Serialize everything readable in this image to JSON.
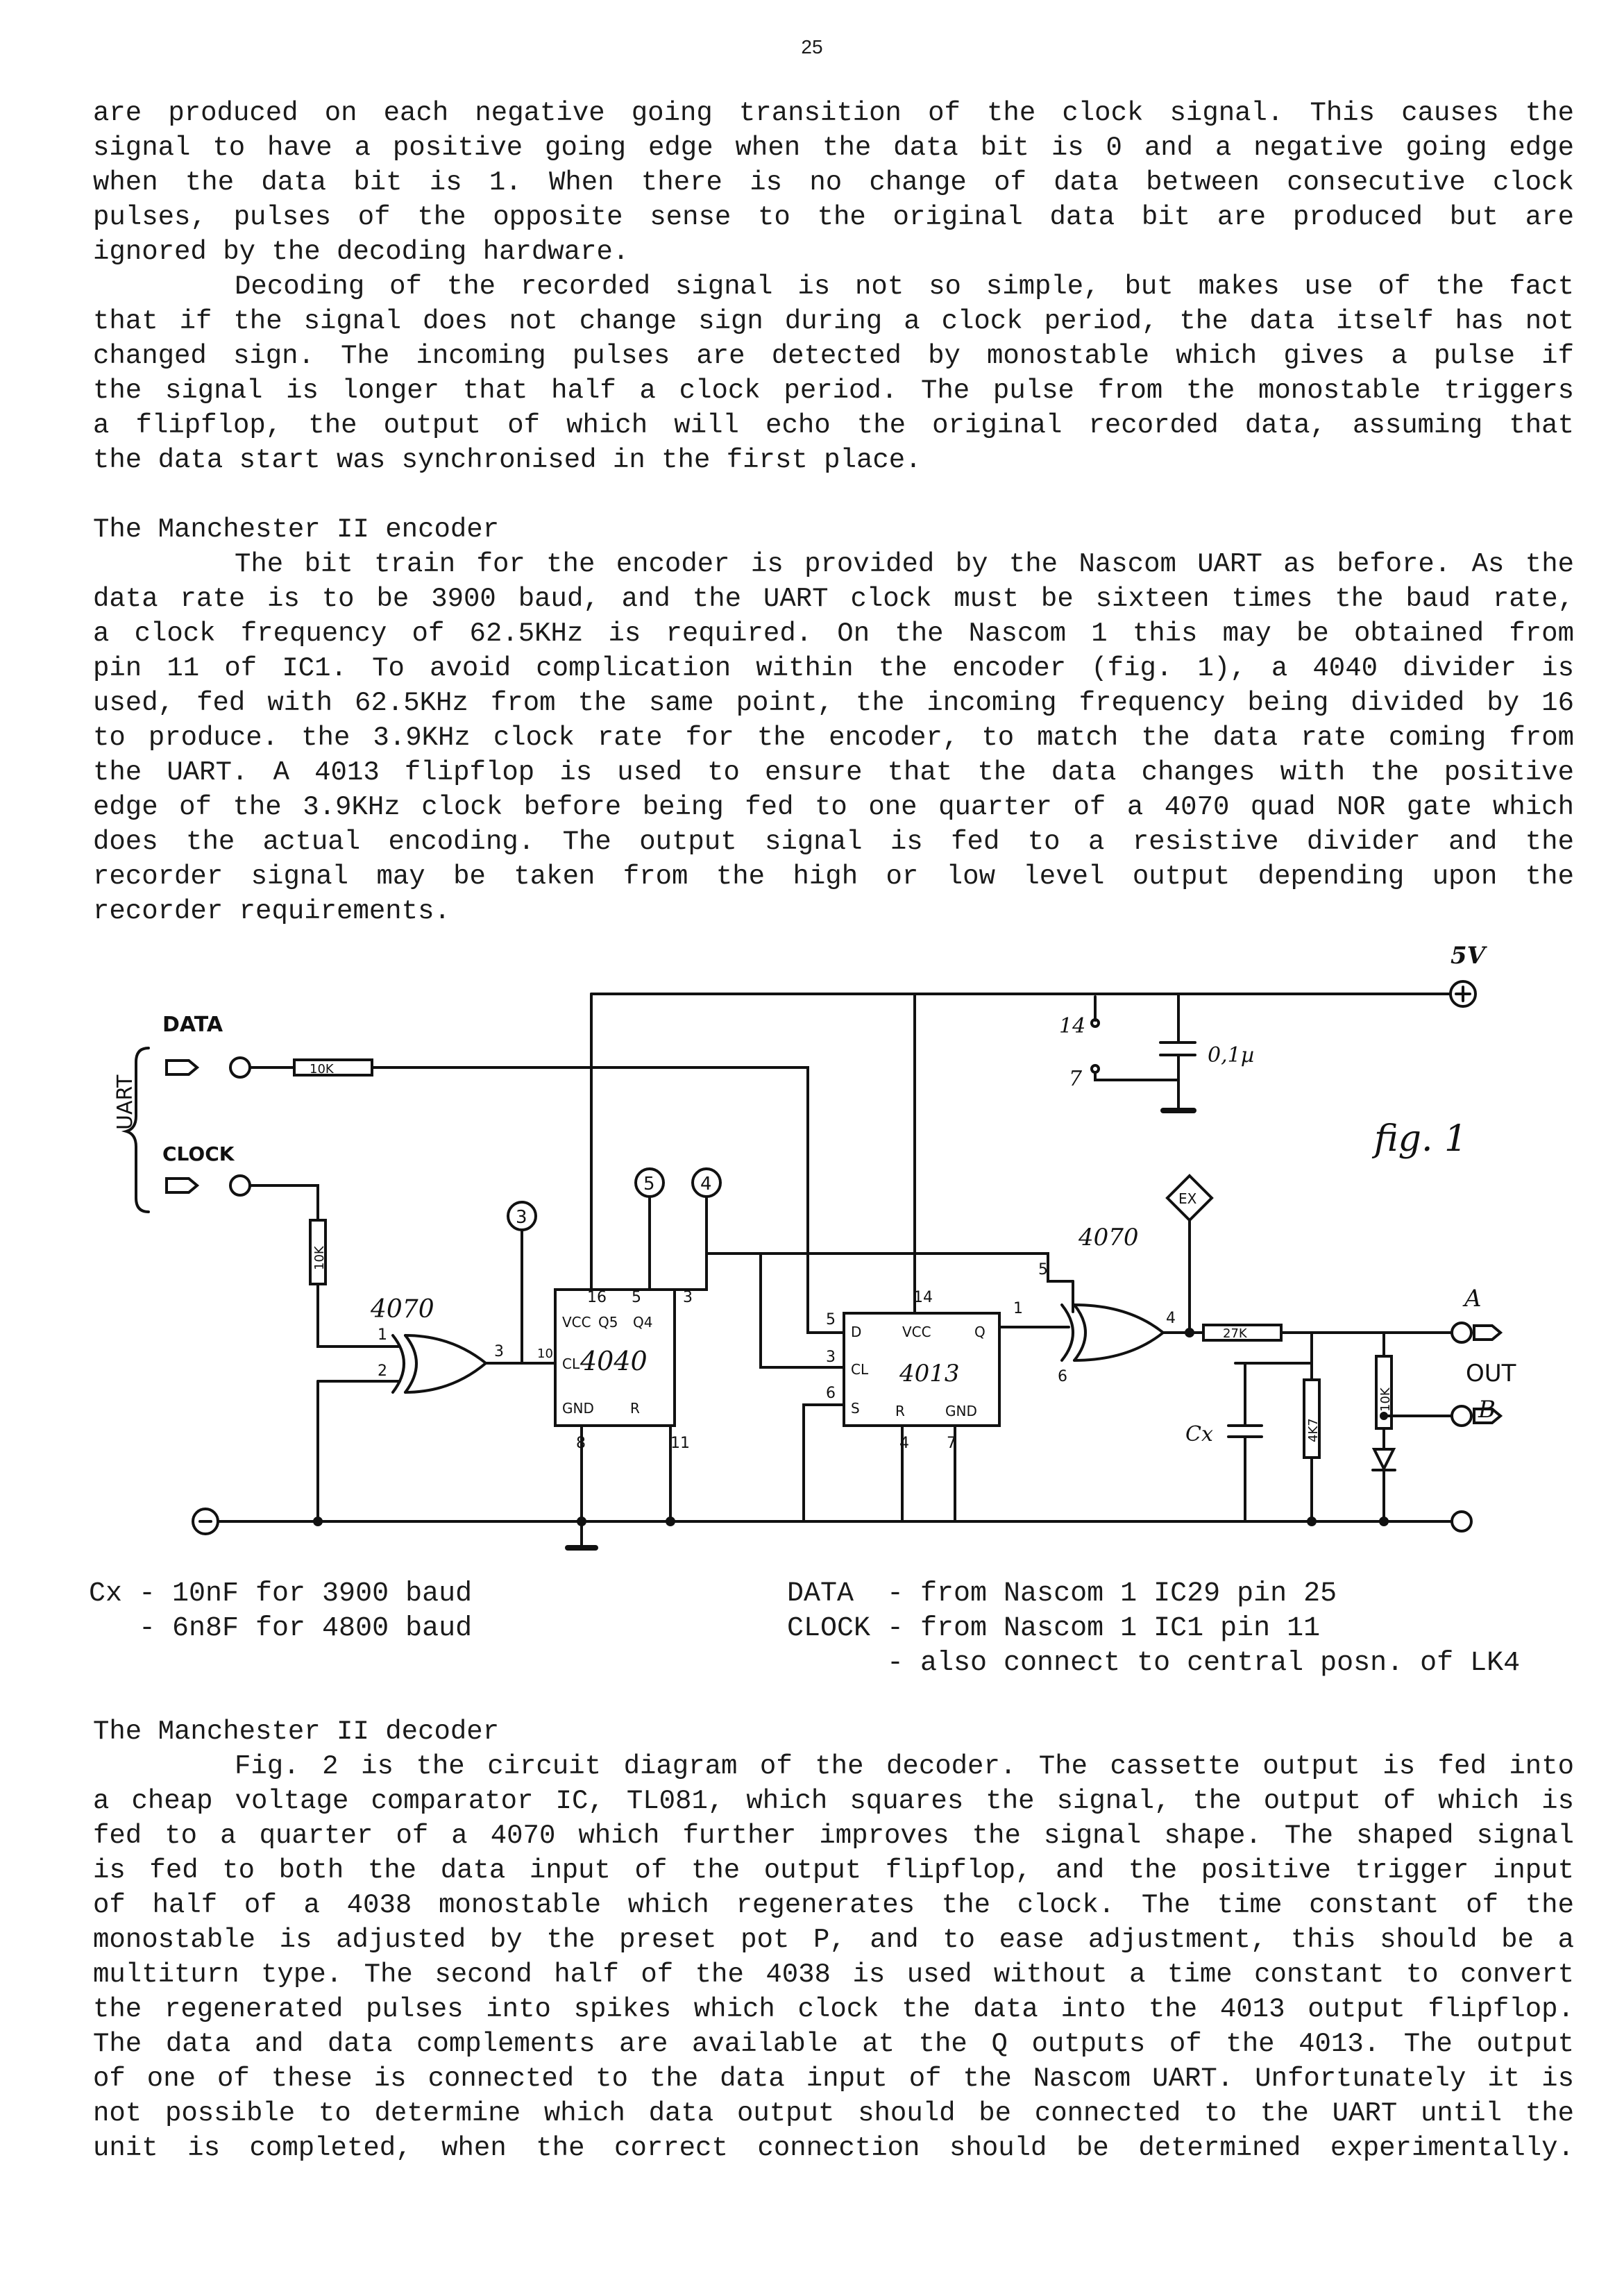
{
  "page_number": "25",
  "paragraph_1": [
    "are produced on each negative going transition of the clock signal. This causes the",
    "signal to have a positive going edge when the data bit is 0 and a negative going edge",
    "when the data bit is 1. When there is no change of data between consecutive clock",
    "pulses, pulses of the opposite sense to the original data bit are produced but are",
    "ignored by the decoding hardware.",
    "Decoding of the recorded signal is not so simple, but makes use of the fact",
    "that if the signal does not change sign during a clock period, the data itself has not",
    "changed sign. The incoming pulses are detected by monostable which gives a pulse if",
    "the signal is longer that half a clock period. The pulse from the monostable triggers",
    "a flipflop, the output of which will echo the original recorded data, assuming that",
    "the data start was synchronised in the first place."
  ],
  "section_encoder": {
    "heading": "The Manchester II encoder",
    "lines": [
      "The bit train for the encoder is provided by the Nascom UART as before. As the",
      "data rate is to be 3900 baud, and the UART clock must be sixteen times the baud rate,",
      "a clock frequency of 62.5KHz is required. On the Nascom 1 this may be obtained from",
      "pin 11 of IC1. To avoid complication within the encoder (fig. 1), a 4040 divider is",
      "used, fed with 62.5KHz from the same point, the incoming frequency being divided by 16",
      "to produce. the 3.9KHz clock rate for the encoder, to match the data rate coming from",
      "the UART. A 4013 flipflop is used to ensure that the data changes with the positive",
      "edge of the 3.9KHz clock before being fed to one quarter of a 4070 quad NOR gate which",
      "does the actual encoding. The output signal is fed to a resistive divider and the",
      "recorder signal may be taken from the high or low level output depending upon the",
      "recorder requirements."
    ]
  },
  "figure": {
    "caption": "fig. 1",
    "supply": "5V",
    "inputs": {
      "data": "DATA",
      "clock": "CLOCK",
      "group": "UART"
    },
    "resistors": {
      "r_data": "10K",
      "r_clock": "10K",
      "r_out": "27K",
      "r_div_top": "10K",
      "r_div_bot": "4K7"
    },
    "capacitor_decoupling": "0,1µ",
    "capacitor_cx": "Cx",
    "gate_left": {
      "name": "4070",
      "pin_in1": "1",
      "pin_in2": "2",
      "pin_out": "3"
    },
    "divider": {
      "name": "4040",
      "vcc": "VCC",
      "q5": "Q5",
      "q4": "Q4",
      "cl": "CL",
      "gnd": "GND",
      "r": "R",
      "pin_vcc": "16",
      "pin_q5": "5",
      "pin_q4": "3",
      "pin_cl": "10",
      "pin_gnd": "8",
      "pin_r": "11"
    },
    "flipflop": {
      "name": "4013",
      "d": "D",
      "vcc": "VCC",
      "q": "Q",
      "cl": "CL",
      "s": "S",
      "r": "R",
      "gnd": "GND",
      "pin_d": "5",
      "pin_vcc": "14",
      "pin_q": "1",
      "pin_cl": "3",
      "pin_s": "6",
      "pin_r": "4",
      "pin_gnd": "7"
    },
    "gate_right": {
      "name": "4070",
      "pin_in1": "5",
      "pin_in2": "6",
      "pin_out": "4"
    },
    "supply_pins": {
      "pin14": "14",
      "pin7": "7"
    },
    "nodes": {
      "n3": "3",
      "n5": "5",
      "n4": "4",
      "ex": "EX"
    },
    "outputs": {
      "a": "A",
      "b": "B",
      "label": "OUT"
    }
  },
  "notes_left": [
    "Cx - 10nF for 3900 baud",
    "   - 6n8F for 4800 baud"
  ],
  "notes_right": [
    "DATA  - from Nascom 1 IC29 pin 25",
    "CLOCK - from Nascom 1 IC1 pin 11",
    "      - also connect to central posn. of LK4"
  ],
  "section_decoder": {
    "heading": "The Manchester II decoder",
    "lines": [
      "Fig. 2 is the circuit diagram of the decoder. The cassette output is fed into",
      "a cheap voltage comparator IC, TL081, which squares the signal, the output of which is",
      "fed to a quarter of a 4070 which further improves the signal shape. The shaped signal",
      "is fed to both the data input of the output flipflop, and the positive trigger input",
      "of half of a 4038 monostable which regenerates the clock. The time constant of the",
      "monostable is adjusted by the preset pot P, and to ease adjustment, this should be a",
      "multiturn type. The second half of the 4038 is used without a time constant to convert",
      "the regenerated pulses into spikes which clock the data into the 4013 output flipflop.",
      "The data and data complements are available at the Q outputs of the 4013. The output",
      "of one of these is connected to the data input of the Nascom UART. Unfortunately it is",
      "not possible to determine which data output should be connected to the UART until the",
      "unit is completed, when the correct connection should be determined experimentally."
    ]
  }
}
